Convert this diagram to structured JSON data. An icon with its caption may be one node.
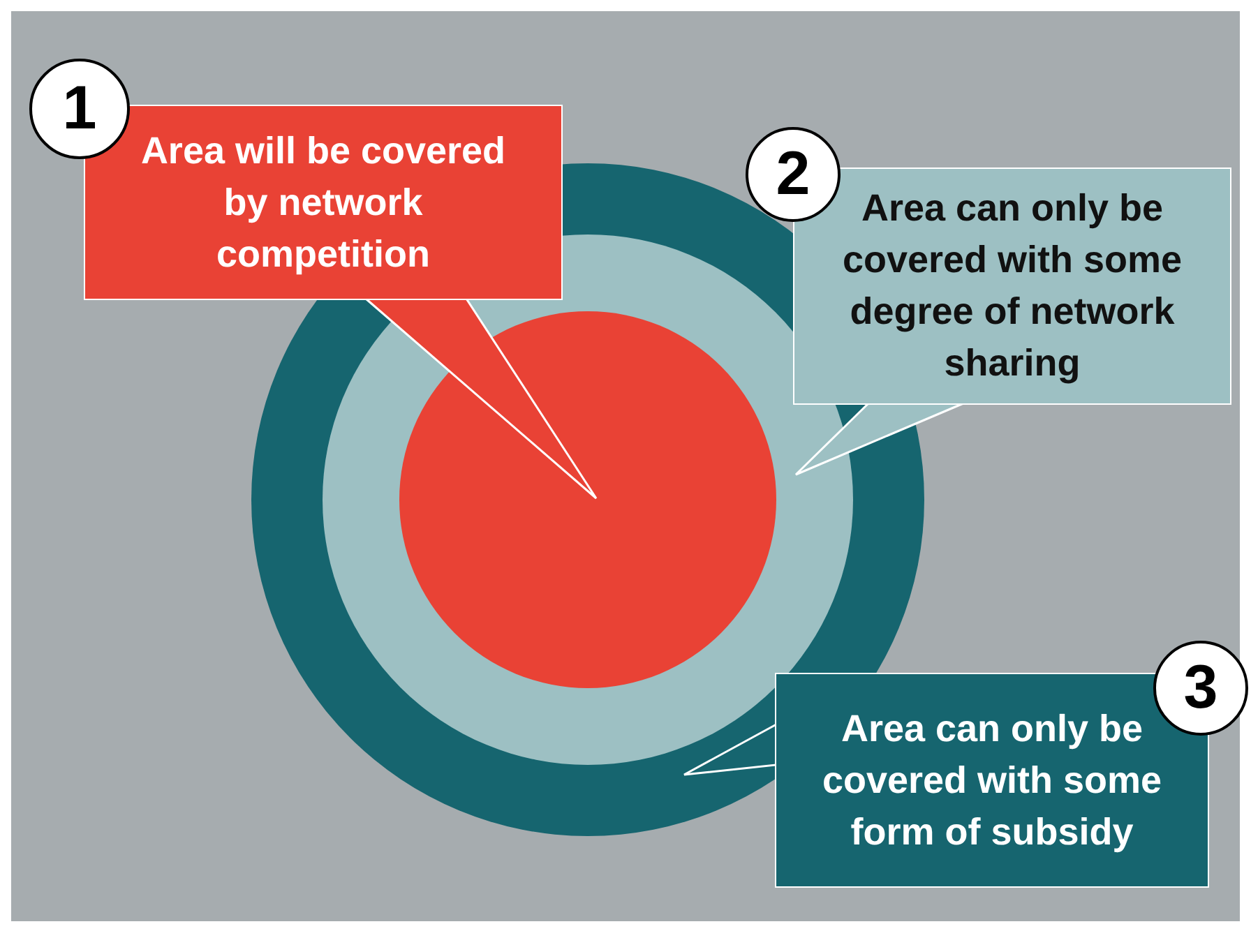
{
  "diagram": {
    "nodes": [
      {
        "text": [],
        "shape": "circle"
      },
      {
        "text": [],
        "shape": "circle",
        "in": 0
      },
      {
        "text": [],
        "shape": "circle",
        "in": 1
      },
      {
        "text": [
          "1"
        ]
      },
      {
        "text": [
          "Area will be covered by network competition"
        ]
      },
      {
        "text": [
          "2"
        ]
      },
      {
        "text": [
          "Area can only be covered with some degree of network sharing"
        ]
      },
      {
        "text": [
          "3"
        ]
      },
      {
        "text": [
          "Area can only be covered with some form of subsidy"
        ]
      }
    ],
    "edges": [
      {
        "from": 4,
        "to": 2,
        "arrow": "none"
      },
      {
        "from": 6,
        "to": 1,
        "arrow": "none"
      },
      {
        "from": 8,
        "to": 0,
        "arrow": "none"
      }
    ]
  }
}
